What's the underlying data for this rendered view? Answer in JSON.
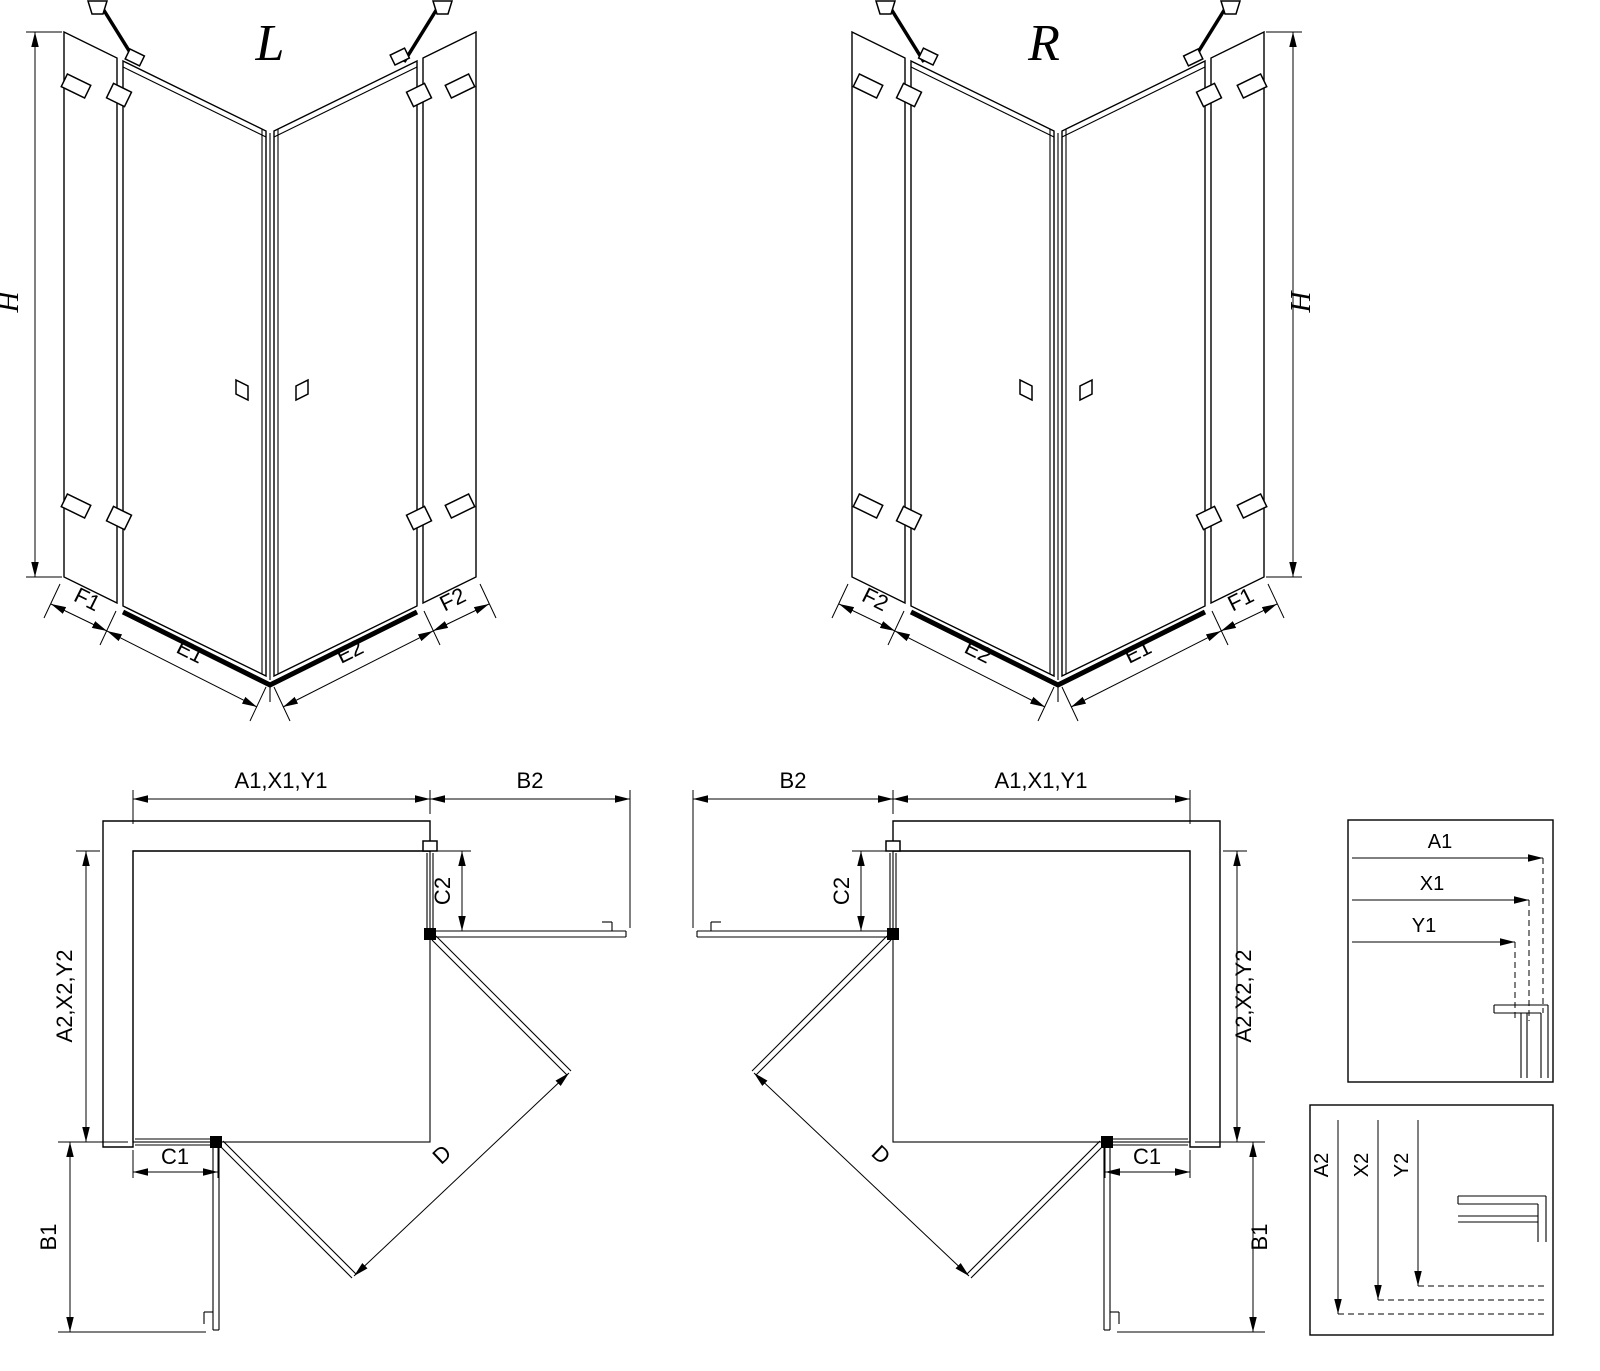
{
  "diagram": {
    "front_left": {
      "title": "L",
      "height": "H",
      "f1": "F1",
      "e1": "E1",
      "e2": "E2",
      "f2": "F2"
    },
    "front_right": {
      "title": "R",
      "height": "H",
      "f1": "F1",
      "e1": "E1",
      "e2": "E2",
      "f2": "F2"
    },
    "plan_left": {
      "width_top": "A1,X1,Y1",
      "door_top": "B2",
      "panel_top": "C2",
      "depth_side": "A2,X2,Y2",
      "panel_bottom": "C1",
      "door_bottom": "B1",
      "diagonal": "D"
    },
    "plan_right": {
      "width_top": "A1,X1,Y1",
      "door_top": "B2",
      "panel_top": "C2",
      "depth_side": "A2,X2,Y2",
      "panel_bottom": "C1",
      "door_bottom": "B1",
      "diagonal": "D"
    },
    "detail_top": {
      "a1": "A1",
      "x1": "X1",
      "y1": "Y1"
    },
    "detail_bottom": {
      "a2": "A2",
      "x2": "X2",
      "y2": "Y2"
    }
  }
}
